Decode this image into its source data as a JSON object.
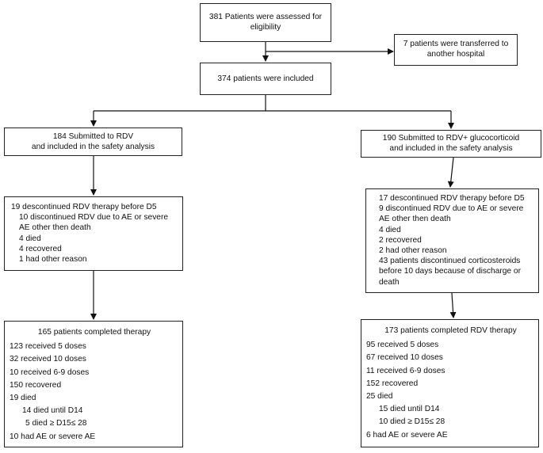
{
  "flowchart": {
    "assessed": "381 Patients were assessed for eligibility",
    "transferred": "7 patients were transferred to another hospital",
    "included": "374 patients were included",
    "arm_rdv": {
      "header_line1": "184 Submitted to RDV",
      "header_line2": "and included in the safety analysis",
      "discontinued": [
        "19 descontinued RDV therapy before D5",
        "10 discontinued RDV due to AE or severe AE other then death",
        "4 died",
        "4 recovered",
        "1 had other reason"
      ],
      "completed": [
        "165 patients completed therapy",
        "123 received 5 doses",
        "32 received 10 doses",
        "10 received 6-9 doses",
        "150 recovered",
        "19 died",
        "14 died until D14",
        "5 died ≥ D15≤ 28",
        "10 had AE or severe AE"
      ]
    },
    "arm_rdv_gc": {
      "header_line1": "190 Submitted to RDV+ glucocorticoid",
      "header_line2": "and included in the safety analysis",
      "discontinued": [
        "17 descontinued RDV therapy before D5",
        "9 discontinued RDV due to AE or severe AE other then death",
        "4 died",
        "2 recovered",
        "2 had other reason",
        "43 patients discontinued corticosteroids before 10 days because of discharge or death"
      ],
      "completed": [
        "173 patients completed RDV therapy",
        "95 received 5 doses",
        "67 received 10 doses",
        "11 received 6-9 doses",
        "152 recovered",
        "25 died",
        "15 died until D14",
        "10 died ≥ D15≤ 28",
        "6 had AE or severe AE"
      ]
    }
  }
}
